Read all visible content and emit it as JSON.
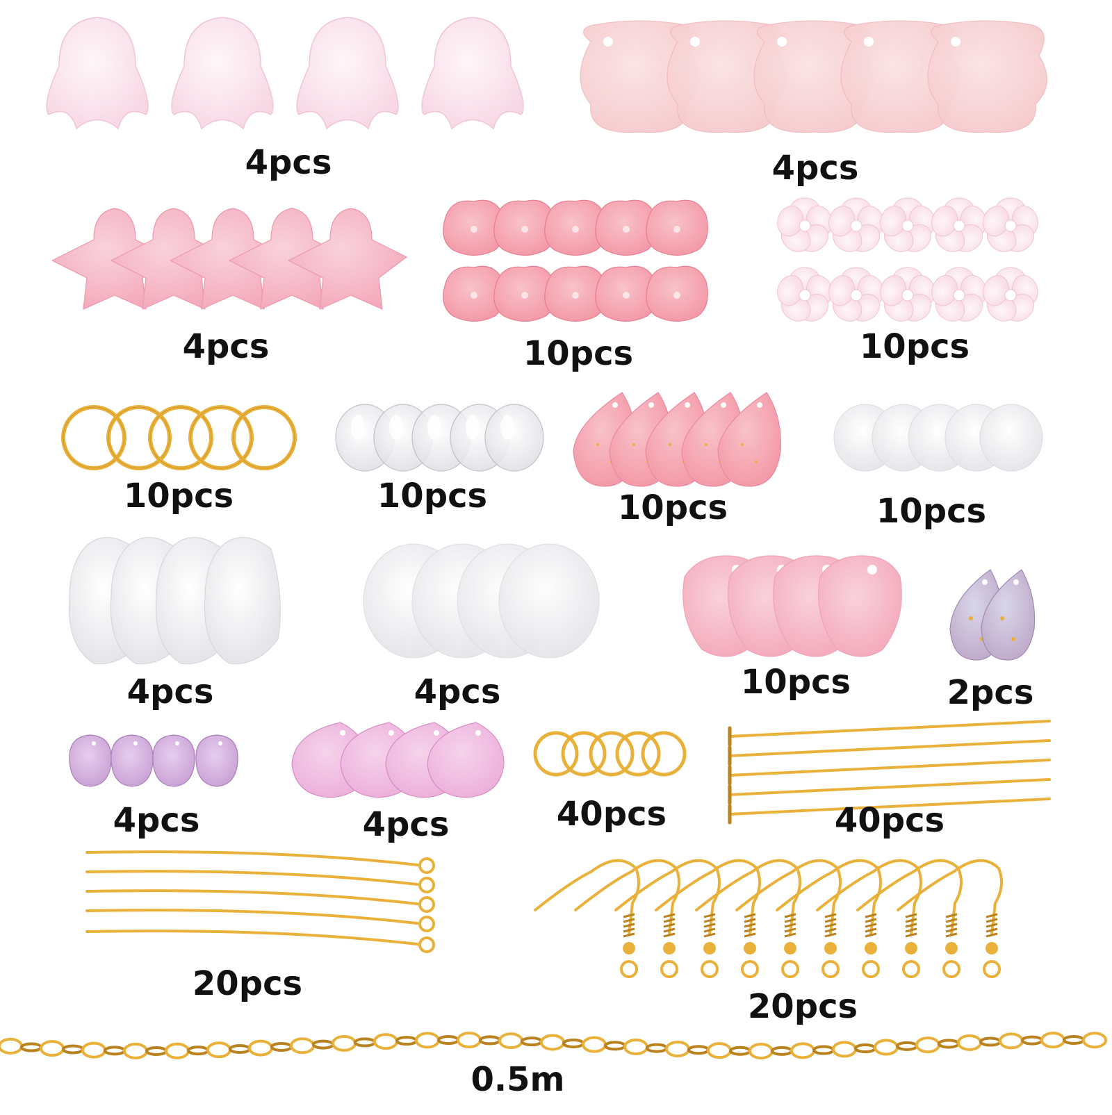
{
  "palette": {
    "gold": "#e9b13a",
    "gold_dark": "#b9821e",
    "pale_pink": "#f7d7e4",
    "peach_pink": "#f6c9cc",
    "coral_pink": "#f497a6",
    "medium_pink": "#f4a8ba",
    "soft_white": "#f1f1f3",
    "lavender": "#bfa9c9",
    "orchid": "#ecaeda",
    "purple": "#c9a0d4"
  },
  "items": [
    {
      "id": "bell-flower-pale",
      "icon": "bell-flower-bead-icon",
      "quantity": "4pcs"
    },
    {
      "id": "scallop-petal-peach",
      "icon": "scallop-petal-bead-icon",
      "quantity": "4pcs"
    },
    {
      "id": "trumpet-flower-pink",
      "icon": "trumpet-flower-bead-icon",
      "quantity": "4pcs"
    },
    {
      "id": "cup-flower-coral",
      "icon": "cup-flower-bead-icon",
      "quantity": "10pcs"
    },
    {
      "id": "five-petal-flower-pale",
      "icon": "five-petal-flower-bead-icon",
      "quantity": "10pcs"
    },
    {
      "id": "jump-ring-large",
      "icon": "jump-ring-icon",
      "quantity": "10pcs"
    },
    {
      "id": "clear-round-bead",
      "icon": "clear-bead-icon",
      "quantity": "10pcs"
    },
    {
      "id": "pink-teardrop-foil",
      "icon": "teardrop-bead-icon",
      "quantity": "10pcs"
    },
    {
      "id": "frosted-white-disc",
      "icon": "round-disc-bead-icon",
      "quantity": "10pcs"
    },
    {
      "id": "white-petal-large",
      "icon": "petal-bead-icon",
      "quantity": "4pcs"
    },
    {
      "id": "white-disc-large",
      "icon": "round-disc-bead-icon",
      "quantity": "4pcs"
    },
    {
      "id": "pink-shell-petal",
      "icon": "shell-petal-bead-icon",
      "quantity": "10pcs"
    },
    {
      "id": "lavender-teardrop",
      "icon": "teardrop-bead-icon",
      "quantity": "2pcs"
    },
    {
      "id": "purple-teardrop-small",
      "icon": "teardrop-bead-icon",
      "quantity": "4pcs"
    },
    {
      "id": "orchid-teardrop",
      "icon": "teardrop-bead-icon",
      "quantity": "4pcs"
    },
    {
      "id": "jump-ring-small",
      "icon": "jump-ring-icon",
      "quantity": "40pcs"
    },
    {
      "id": "head-pin",
      "icon": "head-pin-icon",
      "quantity": "40pcs"
    },
    {
      "id": "eye-pin",
      "icon": "eye-pin-icon",
      "quantity": "20pcs"
    },
    {
      "id": "ear-hook",
      "icon": "earring-hook-icon",
      "quantity": "20pcs"
    },
    {
      "id": "chain",
      "icon": "chain-icon",
      "quantity": "0.5m"
    }
  ]
}
